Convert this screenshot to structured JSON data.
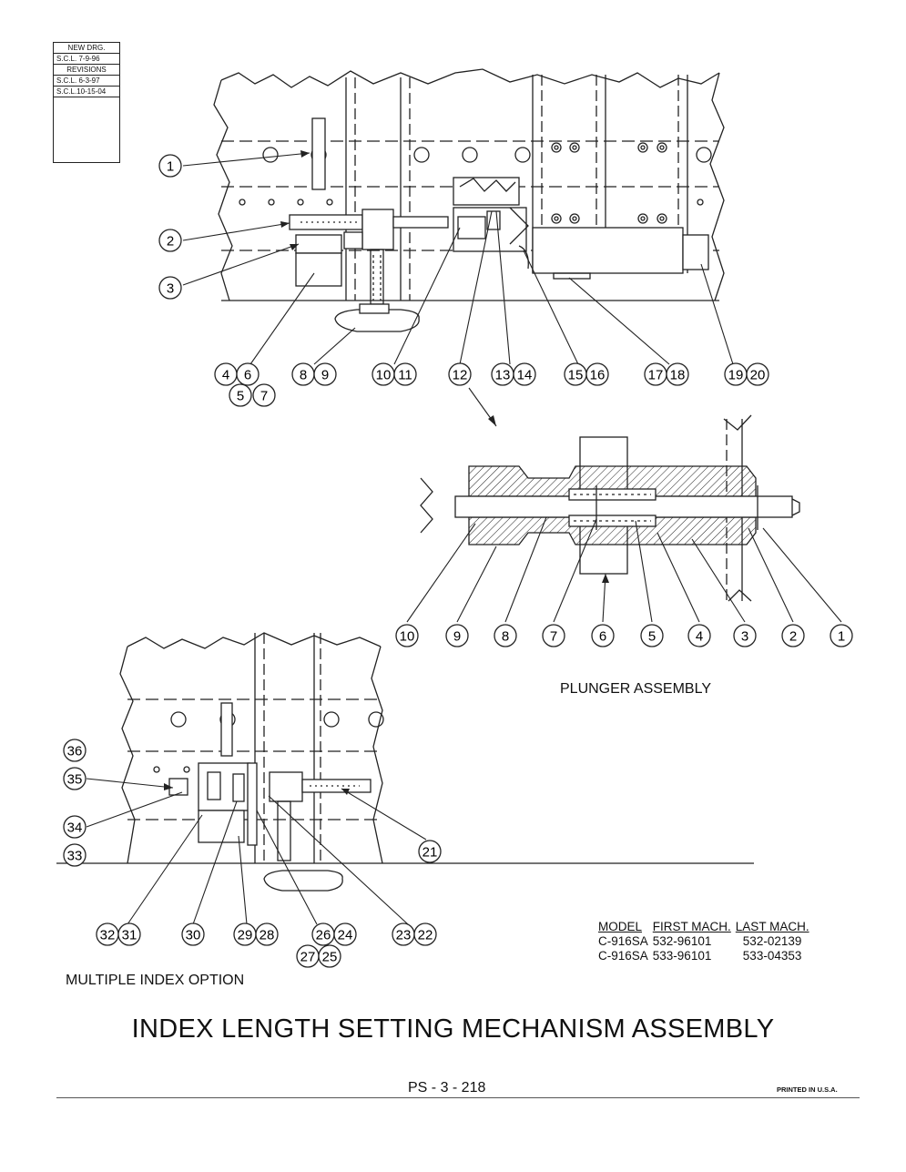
{
  "revisions": {
    "header": "NEW DRG.",
    "original": "S.C.L.  7-9-96",
    "revisions_label": "REVISIONS",
    "rev1": "S.C.L.  6-3-97",
    "rev2": "S.C.L.10-15-04"
  },
  "main_assembly": {
    "callouts": [
      "1",
      "2",
      "3"
    ],
    "bottom_callouts_row1": [
      "4",
      "6",
      "8",
      "9",
      "10",
      "11",
      "12",
      "13",
      "14",
      "15",
      "16",
      "17",
      "18",
      "19",
      "20"
    ],
    "bottom_callouts_row2": [
      "5",
      "7"
    ]
  },
  "plunger_assembly": {
    "caption": "PLUNGER ASSEMBLY",
    "callouts": [
      "10",
      "9",
      "8",
      "7",
      "6",
      "5",
      "4",
      "3",
      "2",
      "1"
    ]
  },
  "multiple_index": {
    "caption": "MULTIPLE INDEX OPTION",
    "left_callouts": [
      "36",
      "35",
      "34",
      "33"
    ],
    "right_callouts": [
      "21"
    ],
    "bottom_row1": [
      "32",
      "31",
      "30",
      "29",
      "28",
      "26",
      "24",
      "23",
      "22"
    ],
    "bottom_row2": [
      "27",
      "25"
    ]
  },
  "model_table": {
    "headers": [
      "MODEL",
      "FIRST MACH.",
      "LAST MACH."
    ],
    "rows": [
      [
        "C-916SA",
        "532-96101",
        "532-02139"
      ],
      [
        "C-916SA",
        "533-96101",
        "533-04353"
      ]
    ]
  },
  "title": "INDEX LENGTH SETTING MECHANISM ASSEMBLY",
  "page_number": "PS - 3 - 218",
  "printed_note": "PRINTED IN U.S.A."
}
